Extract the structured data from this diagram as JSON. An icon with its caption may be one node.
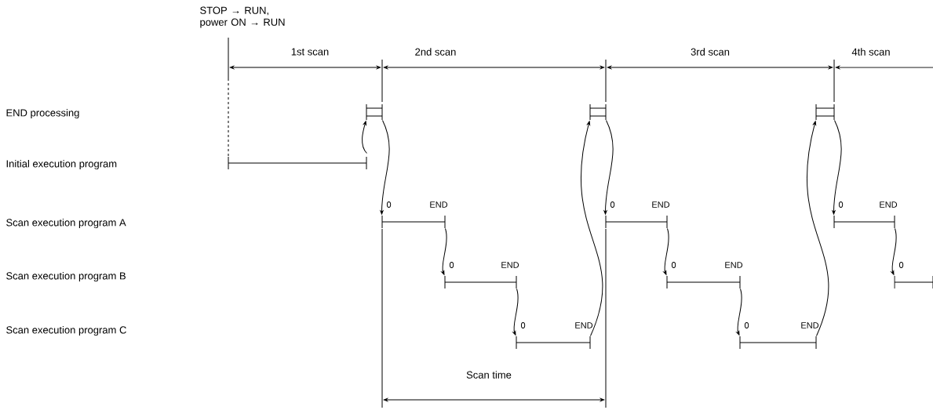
{
  "diagram": {
    "nodes": [
      {
        "text": [],
        "shape": "bar"
      },
      {
        "text": [],
        "shape": "box"
      },
      {
        "text": [],
        "shape": "bar",
        "beside": [
          "0",
          "END"
        ]
      },
      {
        "text": [],
        "shape": "bar",
        "beside": [
          "0",
          "END"
        ]
      },
      {
        "text": [],
        "shape": "bar",
        "beside": [
          "0",
          "END"
        ]
      },
      {
        "text": [],
        "shape": "box"
      },
      {
        "text": [],
        "shape": "bar",
        "beside": [
          "0",
          "END"
        ]
      },
      {
        "text": [],
        "shape": "bar",
        "beside": [
          "0",
          "END"
        ]
      },
      {
        "text": [],
        "shape": "bar",
        "beside": [
          "0",
          "END"
        ]
      },
      {
        "text": [],
        "shape": "box"
      },
      {
        "text": [],
        "shape": "bar",
        "beside": [
          "0",
          "END"
        ]
      },
      {
        "text": [],
        "shape": "bar",
        "beside": [
          "0"
        ]
      }
    ],
    "edges": [
      {
        "from": 0,
        "to": 1,
        "arrow": "to"
      },
      {
        "from": 1,
        "to": 2,
        "arrow": "to"
      },
      {
        "from": 2,
        "to": 3,
        "arrow": "to"
      },
      {
        "from": 3,
        "to": 4,
        "arrow": "to"
      },
      {
        "from": 4,
        "to": 5,
        "arrow": "to"
      },
      {
        "from": 5,
        "to": 6,
        "arrow": "to"
      },
      {
        "from": 6,
        "to": 7,
        "arrow": "to"
      },
      {
        "from": 7,
        "to": 8,
        "arrow": "to"
      },
      {
        "from": 8,
        "to": 9,
        "arrow": "to"
      },
      {
        "from": 9,
        "to": 10,
        "arrow": "to"
      },
      {
        "from": 10,
        "to": 11,
        "arrow": "to"
      }
    ],
    "labels": [
      "STOP → RUN, power ON → RUN",
      "1st scan",
      "2nd scan",
      "3rd scan",
      "4th scan",
      "END processing",
      "Initial execution program",
      "Scan execution program A",
      "Scan execution program B",
      "Scan execution program C",
      "Scan time"
    ]
  }
}
